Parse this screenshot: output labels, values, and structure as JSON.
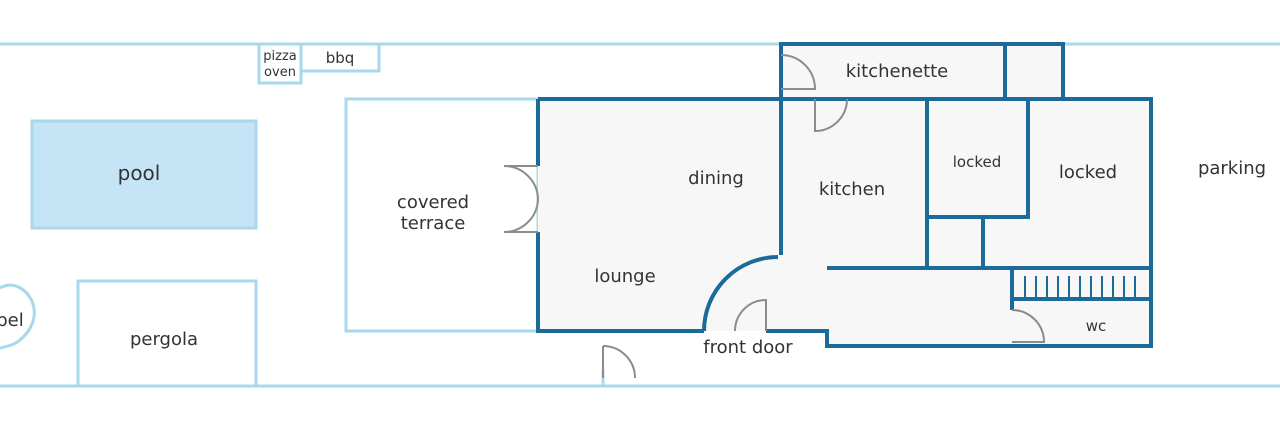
{
  "labels": {
    "pizza_oven_1": "pizza",
    "pizza_oven_2": "oven",
    "bbq": "bbq",
    "kitchenette": "kitchenette",
    "pool": "pool",
    "covered_terrace_1": "covered",
    "covered_terrace_2": "terrace",
    "dining": "dining",
    "kitchen": "kitchen",
    "locked_small": "locked",
    "locked_large": "locked",
    "parking": "parking",
    "lounge": "lounge",
    "pel": "pel",
    "pergola": "pergola",
    "front_door": "front door",
    "wc": "wc"
  },
  "colors": {
    "outer_line": "#a9d8ec",
    "wall": "#1b6a9a",
    "pool_fill": "#c5e4f6",
    "room_fill": "#f7f7f7",
    "door": "#8c8c8c",
    "text": "#333333"
  }
}
